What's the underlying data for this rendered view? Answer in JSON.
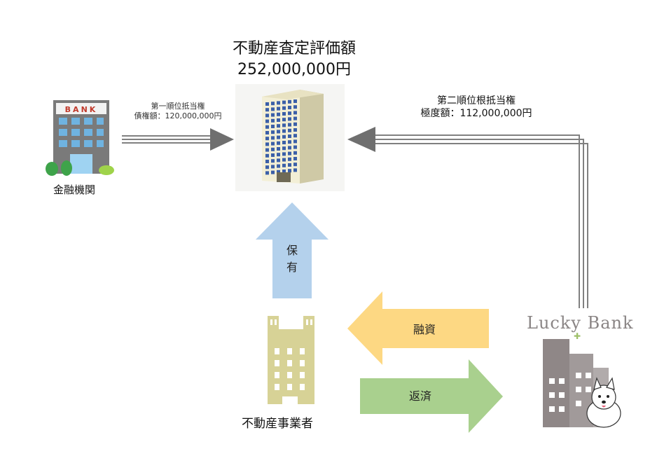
{
  "appraisal": {
    "title": "不動産査定評価額",
    "amount": "252,000,000円"
  },
  "first_lien": {
    "line1": "第一順位抵当権",
    "line2": "債権額：120,000,000円"
  },
  "second_lien": {
    "line1": "第二順位根抵当権",
    "line2": "極度額：112,000,000円"
  },
  "bank": {
    "sign": "BANK",
    "label": "金融機関"
  },
  "ownership": {
    "label_1": "保",
    "label_2": "有"
  },
  "business": {
    "label": "不動産事業者"
  },
  "lender": {
    "name": "Lucky Bank"
  },
  "flows": {
    "loan": "融資",
    "repayment": "返済"
  },
  "colors": {
    "loan_arrow": "#fdd883",
    "repay_arrow": "#a9d08e",
    "own_arrow": "#b4d1ec",
    "lien_arrow": "#7f7f7f",
    "business_building": "#d7d296",
    "lucky_building": "#8f8787"
  }
}
